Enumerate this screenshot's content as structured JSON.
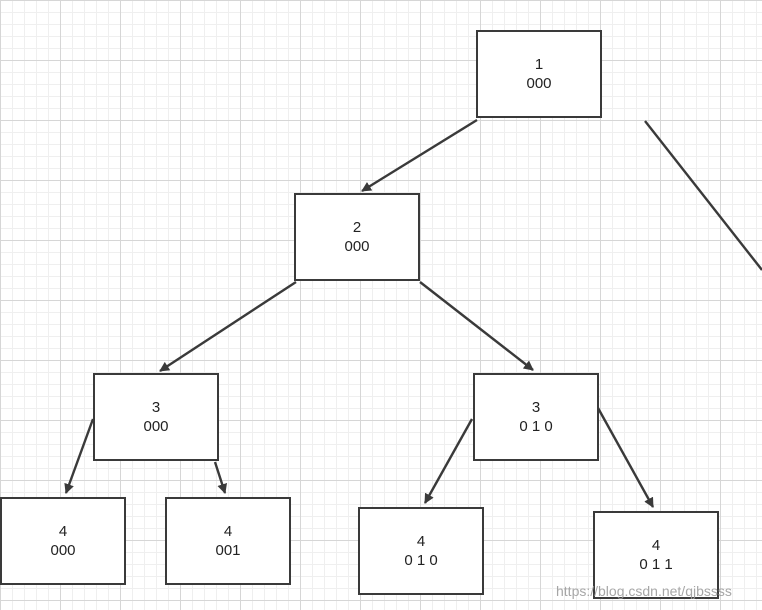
{
  "diagram": {
    "nodes": [
      {
        "id": "n1",
        "level": "1",
        "code": "000"
      },
      {
        "id": "n2",
        "level": "2",
        "code": "000"
      },
      {
        "id": "n3a",
        "level": "3",
        "code": "000"
      },
      {
        "id": "n3b",
        "level": "3",
        "code": "0 1 0"
      },
      {
        "id": "n4a",
        "level": "4",
        "code": "000"
      },
      {
        "id": "n4b",
        "level": "4",
        "code": "001"
      },
      {
        "id": "n4c",
        "level": "4",
        "code": "0 1 0"
      },
      {
        "id": "n4d",
        "level": "4",
        "code": "0 1 1"
      }
    ],
    "edges": [
      {
        "from": "n1",
        "to": "n2"
      },
      {
        "from": "n2",
        "to": "n3a"
      },
      {
        "from": "n2",
        "to": "n3b"
      },
      {
        "from": "n3a",
        "to": "n4a"
      },
      {
        "from": "n3a",
        "to": "n4b"
      },
      {
        "from": "n3b",
        "to": "n4c"
      },
      {
        "from": "n3b",
        "to": "n4d"
      }
    ]
  },
  "colors": {
    "stroke": "#3a3a3a",
    "text": "#222222",
    "grid_major": "#d6d6d6",
    "grid_minor": "#efefef",
    "background": "#ffffff"
  },
  "watermark": "https://blog.csdn.net/qjbssss"
}
